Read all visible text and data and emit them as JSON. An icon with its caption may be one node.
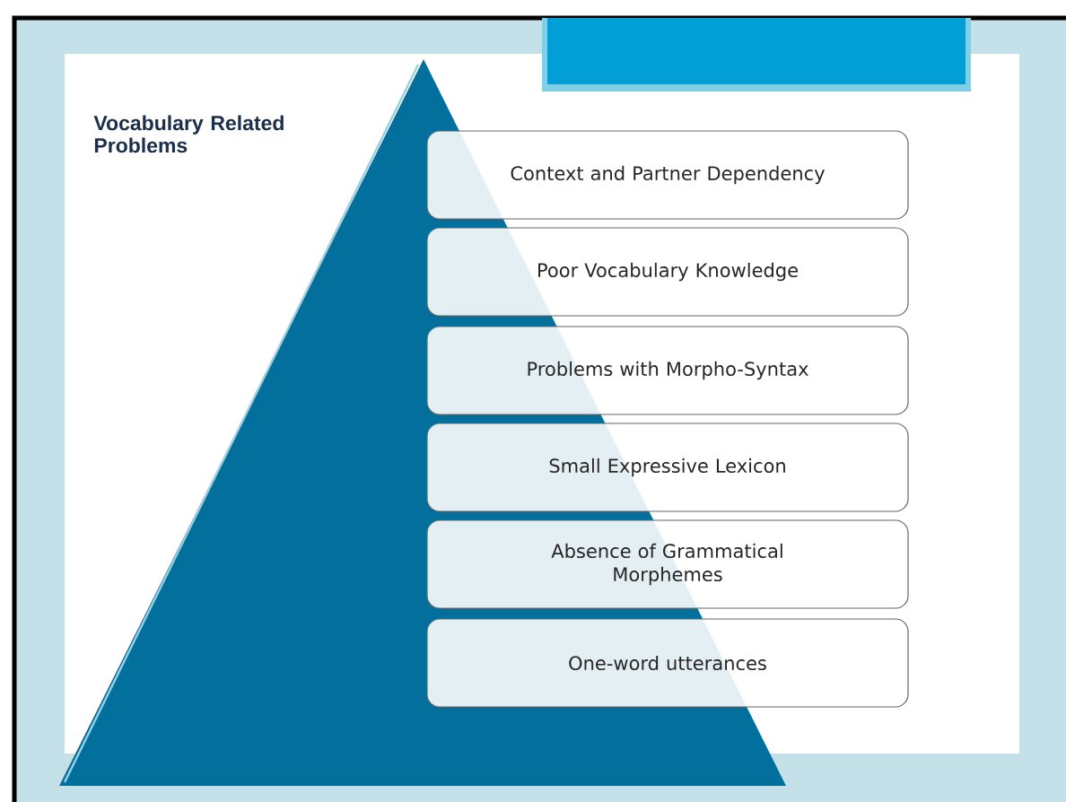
{
  "diagram": {
    "nodes": [
      {
        "text": [
          "Vocabulary Related Problems"
        ]
      },
      {
        "text": [
          "Context and Partner Dependency"
        ]
      },
      {
        "text": [
          "Poor Vocabulary Knowledge"
        ]
      },
      {
        "text": [
          "Problems with Morpho-Syntax"
        ]
      },
      {
        "text": [
          "Small Expressive Lexicon"
        ]
      },
      {
        "text": [
          "Absence of Grammatical Morphemes"
        ]
      },
      {
        "text": [
          "One-word utterances"
        ]
      }
    ]
  }
}
